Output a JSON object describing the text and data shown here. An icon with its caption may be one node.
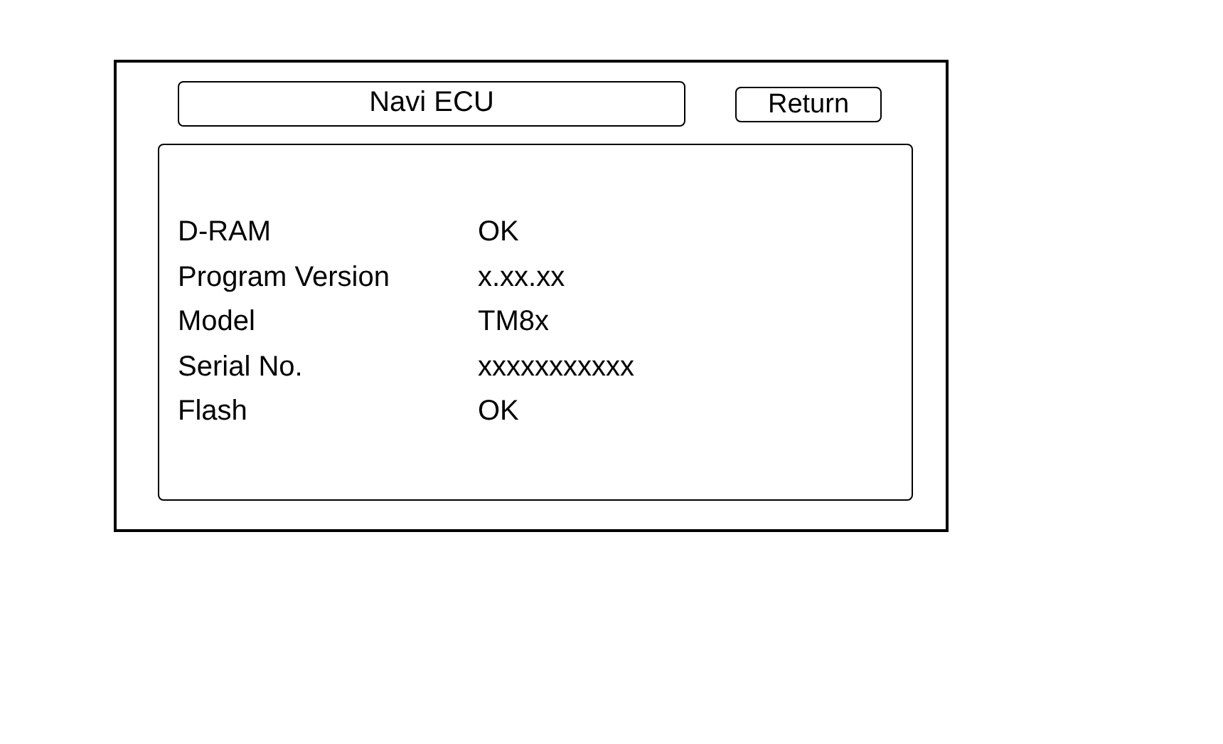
{
  "diagram": {
    "nodes": [
      {
        "text": [],
        "shape": "box"
      },
      {
        "text": [
          "Navi ECU"
        ],
        "in": 0
      },
      {
        "text": [
          "Return"
        ],
        "in": 0
      },
      {
        "text": [],
        "shape": "box",
        "in": 0
      }
    ],
    "edges": [],
    "labels": [
      "D-RAM",
      "OK",
      "Program Version",
      "x.xx.xx",
      "Model",
      "TM8x",
      "Serial No.",
      "xxxxxxxxxxx",
      "Flash",
      "OK"
    ]
  }
}
